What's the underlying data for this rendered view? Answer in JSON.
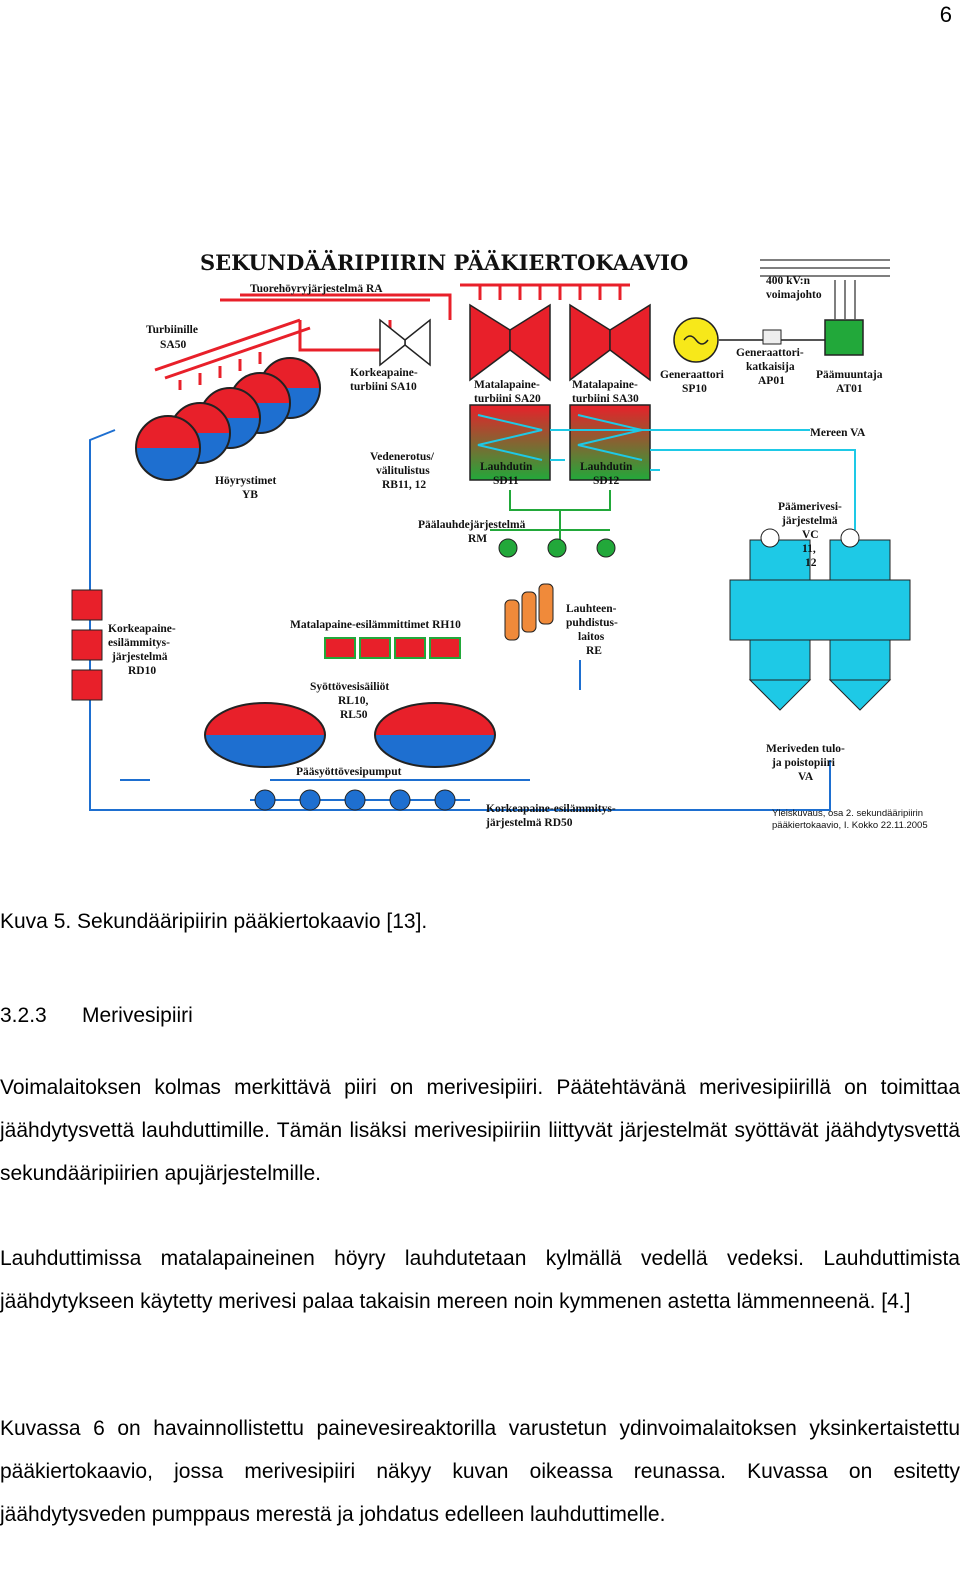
{
  "page_number": "6",
  "figure": {
    "title": "SEKUNDÄÄRIPIIRIN PÄÄKIERTOKAAVIO",
    "labels": {
      "ra": "Tuorehöyryjärjestelmä RA",
      "turbiinille_1": "Turbiinille",
      "turbiinille_2": "SA50",
      "kv_1": "400 kV:n",
      "kv_2": "voimajohto",
      "sa10_1": "Korkeapaine-",
      "sa10_2": "turbiini SA10",
      "sa20_1": "Matalapaine-",
      "sa20_2": "turbiini SA20",
      "sa30_1": "Matalapaine-",
      "sa30_2": "turbiini SA30",
      "sp10_1": "Generaattori",
      "sp10_2": "SP10",
      "ap01_1": "Generaattori-",
      "ap01_2": "katkaisija",
      "ap01_3": "AP01",
      "at01_1": "Päämuuntaja",
      "at01_2": "AT01",
      "mereen": "Mereen VA",
      "yb_1": "Höyrystimet",
      "yb_2": "YB",
      "rb_1": "Vedenerotus/",
      "rb_2": "välitulistus",
      "rb_3": "RB11, 12",
      "sd11_1": "Lauhdutin",
      "sd11_2": "SD11",
      "sd12_1": "Lauhdutin",
      "sd12_2": "SD12",
      "vc_1": "Päämerivesi-",
      "vc_2": "järjestelmä",
      "vc_3": "VC",
      "vc_4": "11,",
      "vc_5": "12",
      "rm_1": "Päälauhdejärjestelmä",
      "rm_2": "RM",
      "rd10_1": "Korkeapaine-",
      "rd10_2": "esilämmitys-",
      "rd10_3": "järjestelmä",
      "rd10_4": "RD10",
      "rh10": "Matalapaine-esilämmittimet RH10",
      "re_1": "Lauhteen-",
      "re_2": "puhdistus-",
      "re_3": "laitos",
      "re_4": "RE",
      "rl_1": "Syöttövesisäiliöt",
      "rl_2": "RL10,",
      "rl_3": "RL50",
      "pumps": "Pääsyöttövesipumput",
      "va_1": "Meriveden tulo-",
      "va_2": "ja poistopiiri",
      "va_3": "VA",
      "rd50_1": "Korkeapaine-esilämmitys-",
      "rd50_2": "järjestelmä RD50",
      "credit_1": "Yleiskuvaus, osa 2. sekundääripiirin",
      "credit_2": "pääkiertokaavio, I. Kokko 22.11.2005"
    },
    "colors": {
      "steam": "#e8202a",
      "water": "#1e6fd0",
      "seawater": "#1ec9e6",
      "condensate": "#22a83a"
    }
  },
  "caption": "Kuva 5. Sekundääripiirin pääkiertokaavio [13].",
  "section": {
    "number": "3.2.3",
    "title": "Merivesipiiri"
  },
  "paragraphs": [
    "Voimalaitoksen kolmas merkittävä piiri on merivesipiiri. Päätehtävänä merivesipiirillä on toimittaa jäähdytysvettä lauhduttimille. Tämän lisäksi merivesipiiriin liittyvät järjestelmät syöttävät jäähdytysvettä sekundääripiirien apujärjestelmille.",
    "Lauhduttimissa matalapaineinen höyry lauhdutetaan kylmällä vedellä vedeksi. Lauhduttimista jäähdytykseen käytetty merivesi palaa takaisin mereen noin kymmenen astetta lämmenneenä. [4.]",
    "Kuvassa 6 on havainnollistettu painevesireaktorilla varustetun ydinvoimalaitoksen yksinkertaistettu pääkiertokaavio, jossa merivesipiiri näkyy kuvan oikeassa reunassa. Kuvassa on esitetty jäähdytysveden pumppaus merestä ja johdatus edelleen lauhduttimelle."
  ]
}
